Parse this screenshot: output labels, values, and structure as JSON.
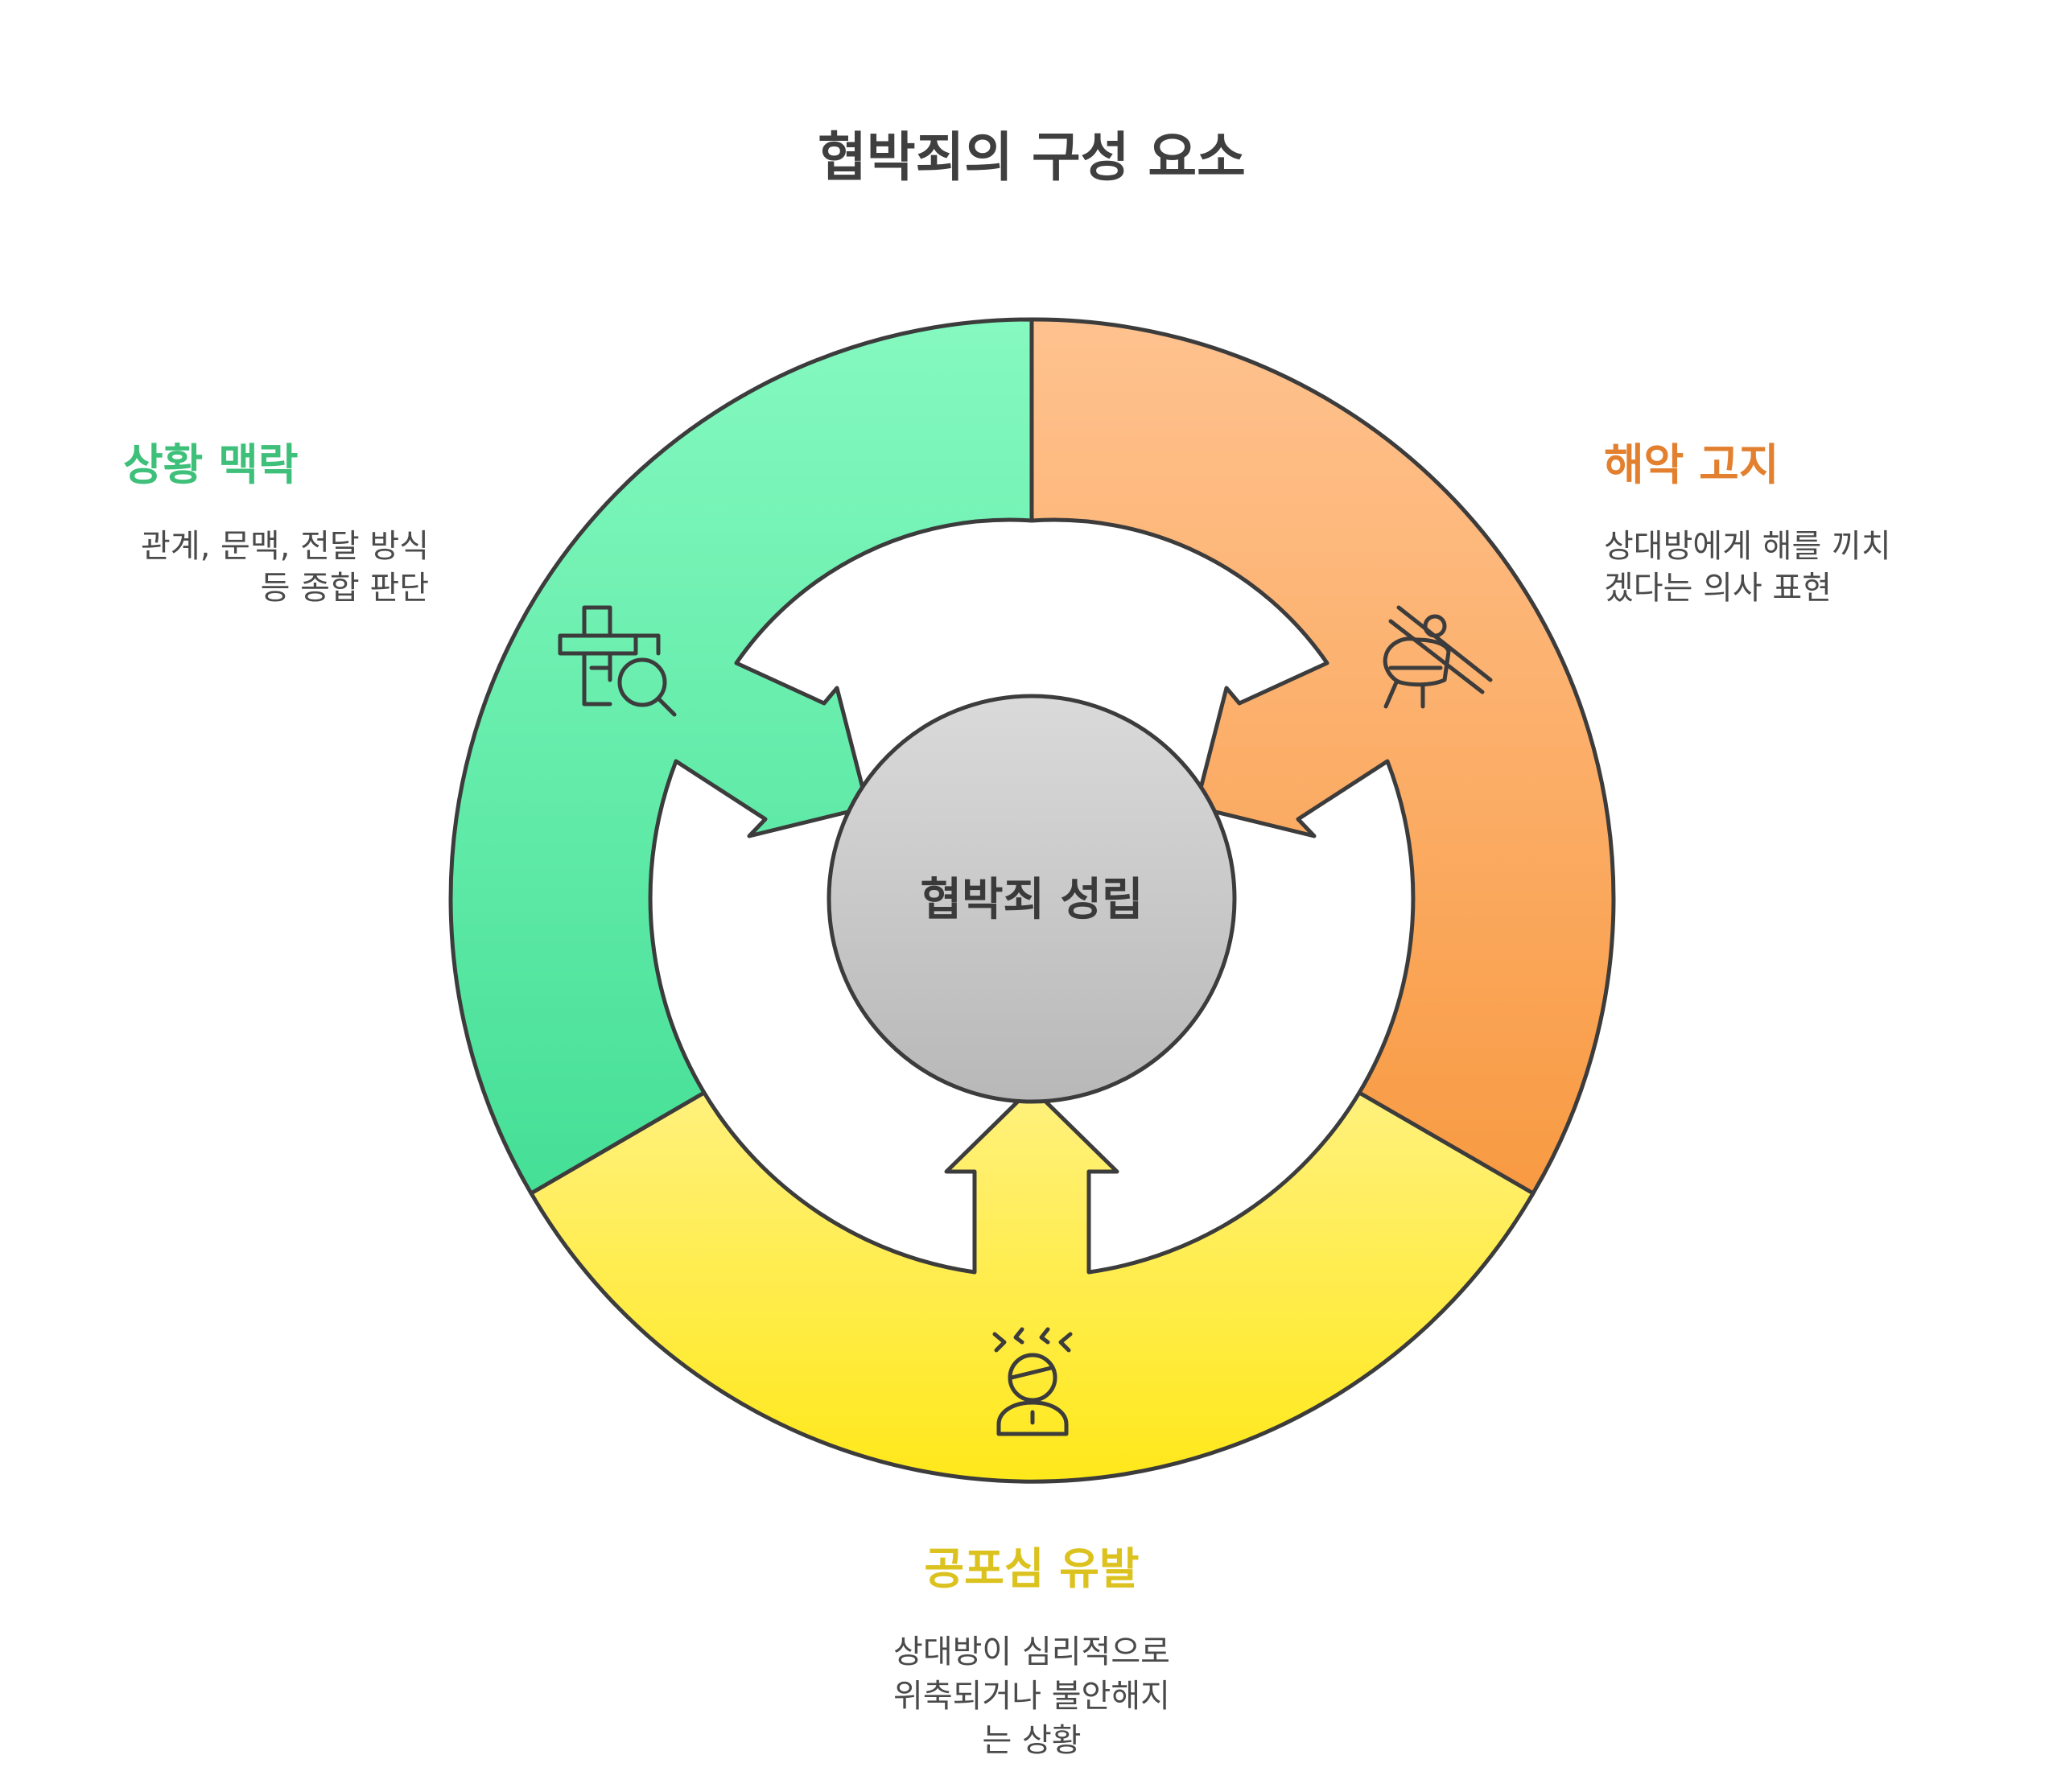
{
  "title": "협박죄의 구성 요소",
  "center": {
    "label": "협박죄 성립"
  },
  "segments": [
    {
      "key": "context",
      "heading": "상황 맥락",
      "heading_color": "#3ec07a",
      "desc": [
        "관계, 문맥, 전달 방식",
        "등 종합 판단"
      ],
      "icon": "puzzle-magnifier-icon",
      "color_top": "#85f9c0",
      "color_bottom": "#45df96"
    },
    {
      "key": "notice",
      "heading": "해악 고지",
      "heading_color": "#e2802f",
      "desc": [
        "상대방에게 해를 끼치",
        "겠다는 의사 표현"
      ],
      "icon": "fist-sticks-icon",
      "color_top": "#ffc28f",
      "color_bottom": "#f89a42"
    },
    {
      "key": "fear",
      "heading": "공포심 유발",
      "heading_color": "#dcc21e",
      "desc": [
        "상대방이 심리적으로",
        "위축되거나 불안해지",
        "는 상황"
      ],
      "icon": "scared-person-icon",
      "color_top": "#fff17e",
      "color_bottom": "#ffe81a"
    }
  ],
  "center_colors": {
    "top": "#dadada",
    "bottom": "#b8b8b8"
  },
  "stroke_color": "#3c3c3c"
}
